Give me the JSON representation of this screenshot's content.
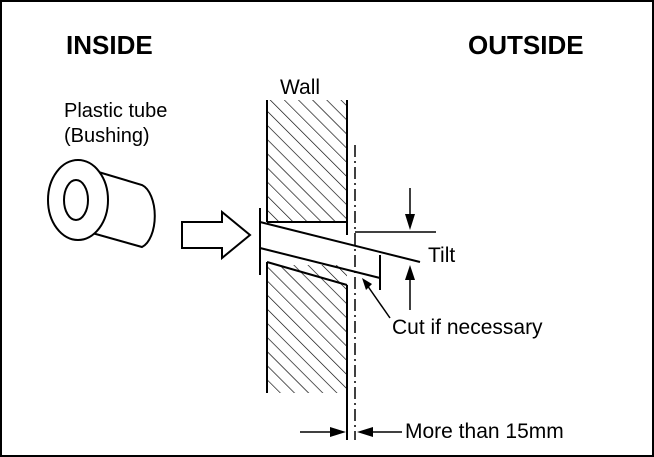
{
  "labels": {
    "inside": "INSIDE",
    "outside": "OUTSIDE",
    "wall": "Wall",
    "tube_line1": "Plastic tube",
    "tube_line2": "(Bushing)",
    "tilt": "Tilt",
    "cut": "Cut if necessary",
    "distance": "More than 15mm"
  }
}
